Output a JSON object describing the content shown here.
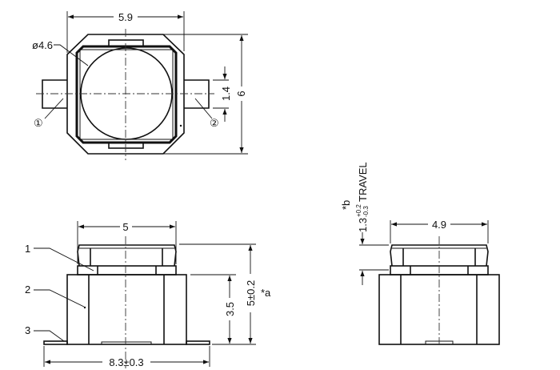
{
  "top_view": {
    "width_dim": "5.9",
    "height_dim": "6",
    "terminal_width_dim": "1.4",
    "diameter_dim": "ø4.6",
    "terminal_1": "①",
    "terminal_2": "②"
  },
  "front_view": {
    "cap_width_dim": "5",
    "overall_width_dim": "8.3±0.3",
    "body_height_dim": "3.5",
    "overall_height_dim": "5±0.2",
    "note_a": "*a",
    "part_labels": [
      "1",
      "2",
      "3"
    ]
  },
  "side_view": {
    "cap_width_dim": "4.9",
    "travel_base": "1.3",
    "travel_tol_plus": "+0.2",
    "travel_tol_minus": "-0.3",
    "travel_label": "TRAVEL",
    "note_b": "*b"
  }
}
